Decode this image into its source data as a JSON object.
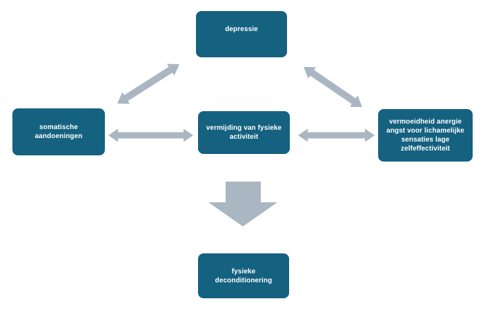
{
  "diagram": {
    "colors": {
      "box_fill": "#156180",
      "box_text": "#ffffff",
      "arrow_fill": "#AAB6C1",
      "background": "#ffffff"
    },
    "boxes": {
      "depressie": {
        "label": "depressie"
      },
      "somatische": {
        "label": "somatische\naandoeningen"
      },
      "vermijding": {
        "label": "vermijding van fysieke\nactiviteit"
      },
      "vermoeidheid": {
        "label": "vermoeidheid anergie\nangst voor lichamelijke\nsensaties lage\nzelfeffectiviteit"
      },
      "fysieke": {
        "label": "fysieke\ndeconditionering"
      }
    },
    "connections": [
      {
        "from": "depressie",
        "to": "somatische aandoeningen",
        "type": "double-arrow",
        "direction": "bidirectional"
      },
      {
        "from": "depressie",
        "to": "vermoeidheid anergie angst voor lichamelijke sensaties lage zelfeffectiviteit",
        "type": "double-arrow",
        "direction": "bidirectional"
      },
      {
        "from": "somatische aandoeningen",
        "to": "vermijding van fysieke activiteit",
        "type": "double-arrow",
        "direction": "bidirectional"
      },
      {
        "from": "vermijding van fysieke activiteit",
        "to": "vermoeidheid anergie angst voor lichamelijke sensaties lage zelfeffectiviteit",
        "type": "double-arrow",
        "direction": "bidirectional"
      },
      {
        "from": "vermijding van fysieke activiteit",
        "to": "fysieke deconditionering",
        "type": "block-arrow",
        "direction": "down"
      }
    ]
  }
}
